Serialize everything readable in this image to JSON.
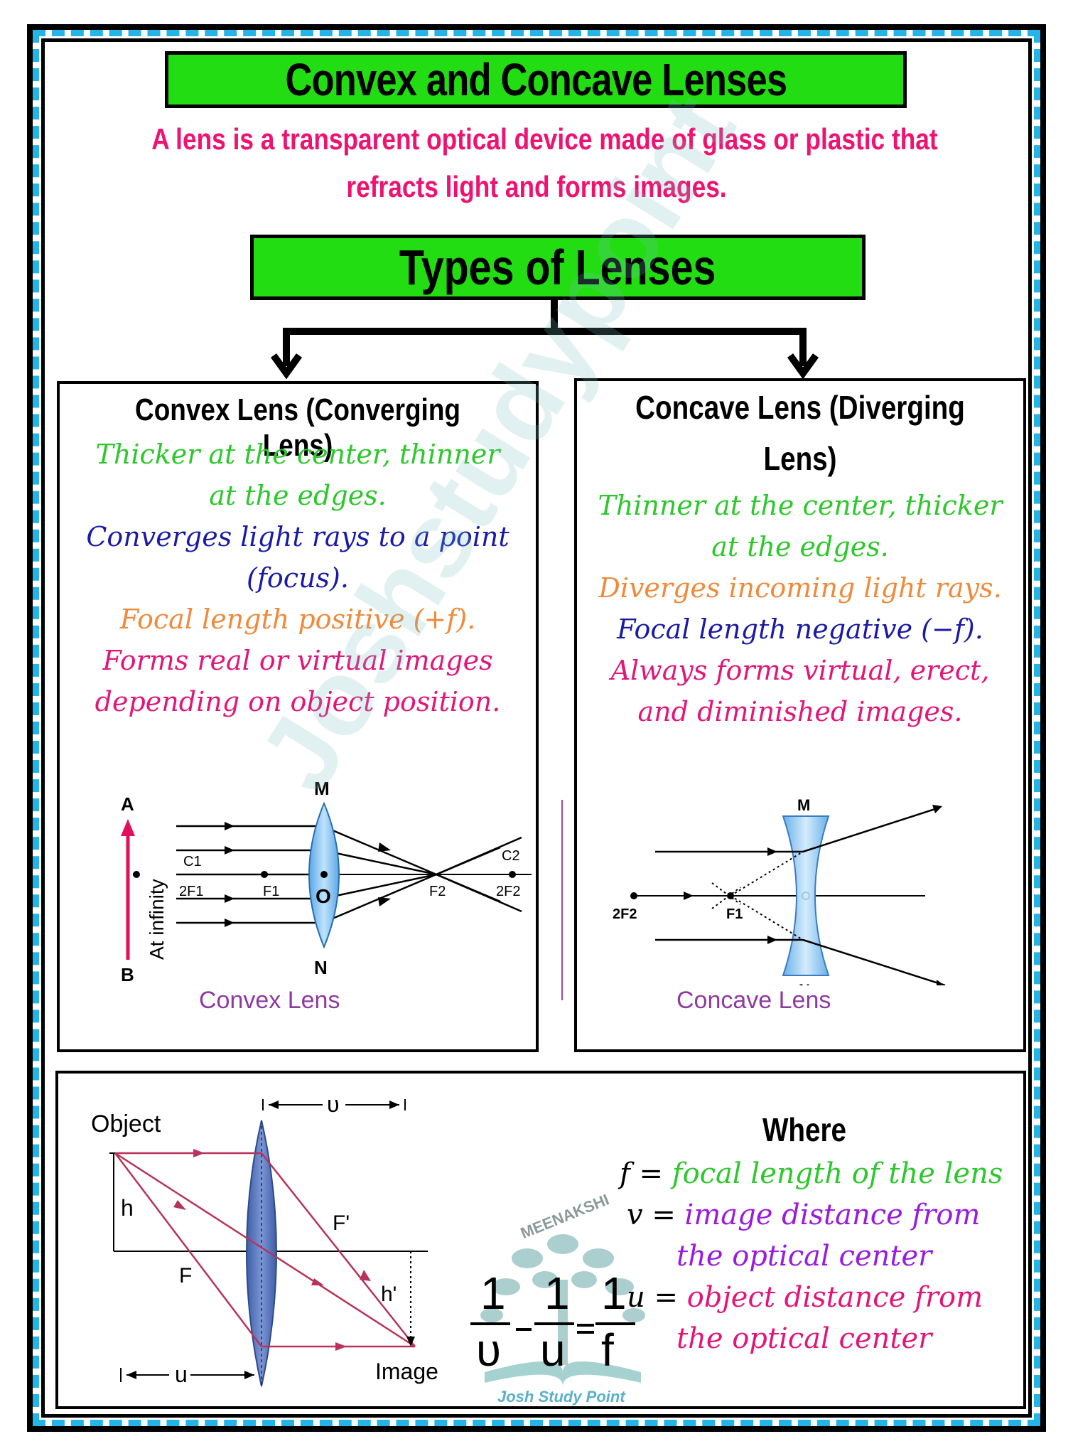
{
  "header": {
    "title": "Convex and Concave Lenses",
    "intro_line1": "A lens is a transparent optical device made of glass or plastic that",
    "intro_line2": "refracts light and forms images."
  },
  "types": {
    "title": "Types of Lenses"
  },
  "convex": {
    "title": "Convex Lens (Converging Lens)",
    "points": [
      "Thicker at the center, thinner",
      "at the edges.",
      "Converges light rays to a point",
      "(focus).",
      "Focal length positive (+f).",
      "Forms real or virtual images",
      "depending on object position."
    ],
    "diagram": {
      "caption": "Convex Lens",
      "label_A": "A",
      "label_B": "B",
      "label_M": "M",
      "label_N": "N",
      "label_O": "O",
      "label_C1": "C1",
      "label_2F1": "2F1",
      "label_F1": "F1",
      "label_F2": "F2",
      "label_C2": "C2",
      "label_2F2": "2F2",
      "label_infinity": "At infinity"
    }
  },
  "concave": {
    "title_line1": "Concave Lens (Diverging",
    "title_line2": "Lens)",
    "points": [
      "Thinner at the center, thicker",
      "at the edges.",
      "Diverges incoming light rays.",
      "Focal length negative (−f).",
      "Always forms virtual, erect,",
      "and diminished images."
    ],
    "diagram": {
      "caption": "Concave Lens",
      "label_M": "M",
      "label_N": "N",
      "label_2F2": "2F2",
      "label_F1": "F1"
    }
  },
  "formula": {
    "diagram": {
      "label_object": "Object",
      "label_image": "Image",
      "label_h": "h",
      "label_h_prime": "h'",
      "label_F": "F",
      "label_F_prime": "F'",
      "label_u": "u",
      "label_v": "υ"
    },
    "eq_lhs_num": "1",
    "eq_lhs_den": "υ",
    "eq_mid_num": "1",
    "eq_mid_den": "u",
    "eq_rhs_num": "1",
    "eq_rhs_den": "f",
    "logo_top": "MEENAKSHI",
    "logo_bottom": "Josh Study Point",
    "where": "Where",
    "defs": {
      "f_sym": "f =",
      "f_text": "focal length of the lens",
      "v_sym": "v =",
      "v_text1": "image distance from",
      "v_text2": "the optical center",
      "u_sym": "u =",
      "u_text1": "object distance from",
      "u_text2": "the optical center"
    }
  },
  "watermark": "Joshstudypoint"
}
